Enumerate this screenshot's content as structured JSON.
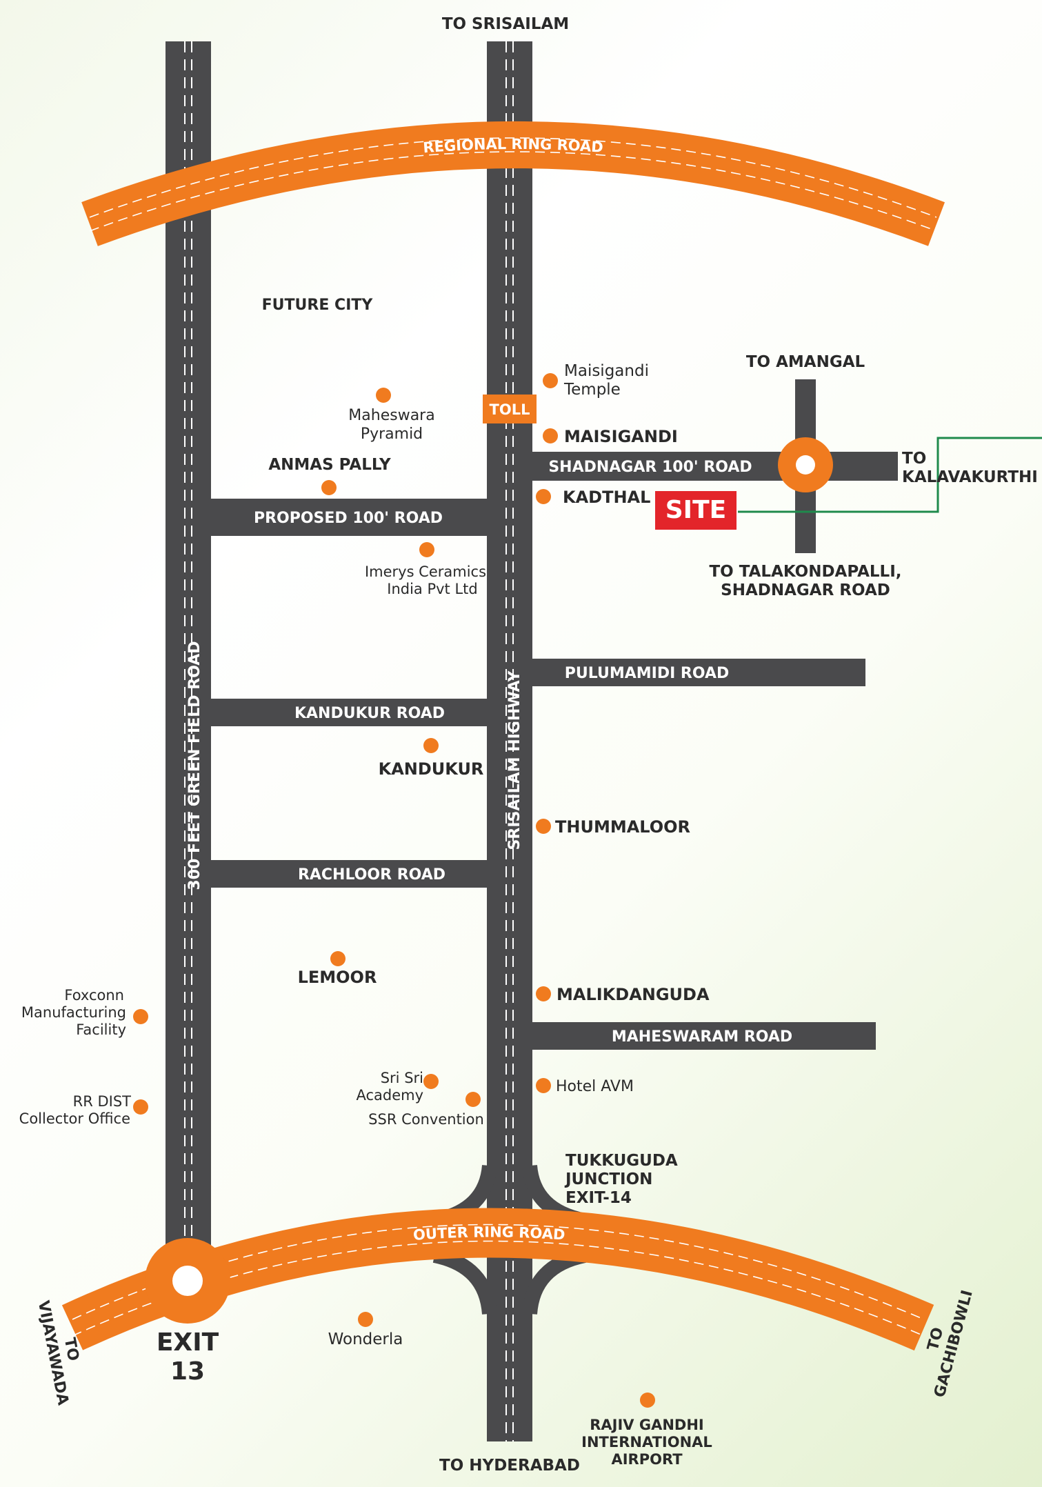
{
  "directions": {
    "north": "TO SRISAILAM",
    "south": "TO HYDERABAD",
    "amangal": "TO AMANGAL",
    "kalavakurthi_1": "TO",
    "kalavakurthi_2": "KALAVAKURTHI",
    "talakondapalli_1": "TO TALAKONDAPALLI,",
    "talakondapalli_2": "SHADNAGAR ROAD",
    "vijayawada_1": "TO",
    "vijayawada_2": "VIJAYAWADA",
    "gachibowli_1": "TO",
    "gachibowli_2": "GACHIBOWLI"
  },
  "roads": {
    "regional_ring": "REGIONAL RING ROAD",
    "outer_ring": "OUTER RING ROAD",
    "green_field": "300 FEET GREEN FIELD ROAD",
    "srisailam_highway": "SRISAILAM HIGHWAY",
    "proposed_100": "PROPOSED 100' ROAD",
    "shadnagar_100": "SHADNAGAR 100' ROAD",
    "pulumamidi": "PULUMAMIDI ROAD",
    "kandukur": "KANDUKUR ROAD",
    "rachloor": "RACHLOOR ROAD",
    "maheswaram": "MAHESWARAM ROAD"
  },
  "markers": {
    "toll": "TOLL",
    "site": "SITE",
    "exit13_1": "EXIT",
    "exit13_2": "13",
    "tukkuguda_1": "TUKKUGUDA",
    "tukkuguda_2": "JUNCTION",
    "tukkuguda_3": "EXIT-14"
  },
  "places": {
    "future_city": "FUTURE CITY",
    "maisigandi_temple_1": "Maisigandi",
    "maisigandi_temple_2": "Temple",
    "maheswara_pyramid_1": "Maheswara",
    "maheswara_pyramid_2": "Pyramid",
    "maisigandi": "MAISIGANDI",
    "anmas_pally": "ANMAS PALLY",
    "kadthal": "KADTHAL",
    "imerys_1": "Imerys Ceramics",
    "imerys_2": "India Pvt Ltd",
    "kandukur": "KANDUKUR",
    "thummaloor": "THUMMALOOR",
    "lemoor": "LEMOOR",
    "malikdanguda": "MALIKDANGUDA",
    "foxconn_1": "Foxconn",
    "foxconn_2": "Manufacturing",
    "foxconn_3": "Facility",
    "rr_dist_1": "RR DIST",
    "rr_dist_2": "Collector Office",
    "sri_sri_1": "Sri Sri",
    "sri_sri_2": "Academy",
    "ssr_convention": "SSR Convention",
    "hotel_avm": "Hotel AVM",
    "wonderla": "Wonderla",
    "airport_1": "RAJIV GANDHI",
    "airport_2": "INTERNATIONAL",
    "airport_3": "AIRPORT"
  },
  "colors": {
    "road": "#4a4a4c",
    "ring_road": "#f07b1f",
    "poi_dot": "#f07b1f",
    "site": "#e3252a",
    "site_connector": "#1f8a4c"
  }
}
